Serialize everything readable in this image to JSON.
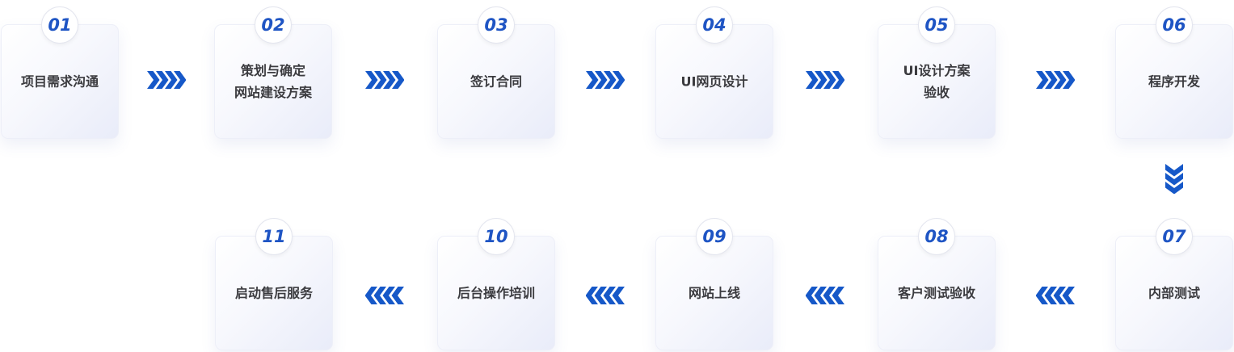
{
  "steps": [
    {
      "number": "01",
      "lines": [
        "项目需求沟通"
      ]
    },
    {
      "number": "02",
      "lines": [
        "策划与确定",
        "网站建设方案"
      ]
    },
    {
      "number": "03",
      "lines": [
        "签订合同"
      ]
    },
    {
      "number": "04",
      "lines": [
        "UI网页设计"
      ]
    },
    {
      "number": "05",
      "lines": [
        "UI设计方案",
        "验收"
      ]
    },
    {
      "number": "06",
      "lines": [
        "程序开发"
      ]
    },
    {
      "number": "07",
      "lines": [
        "内部测试"
      ]
    },
    {
      "number": "08",
      "lines": [
        "客户测试验收"
      ]
    },
    {
      "number": "09",
      "lines": [
        "网站上线"
      ]
    },
    {
      "number": "10",
      "lines": [
        "后台操作培训"
      ]
    },
    {
      "number": "11",
      "lines": [
        "启动售后服务"
      ]
    }
  ],
  "icons": {
    "forward": "chevrons-right-icon",
    "backward": "chevrons-left-icon",
    "down": "chevrons-down-icon"
  },
  "colors": {
    "arrow_blue": "#1658c8",
    "number_blue": "#1f55c4",
    "card_text": "#3b3b3f"
  }
}
